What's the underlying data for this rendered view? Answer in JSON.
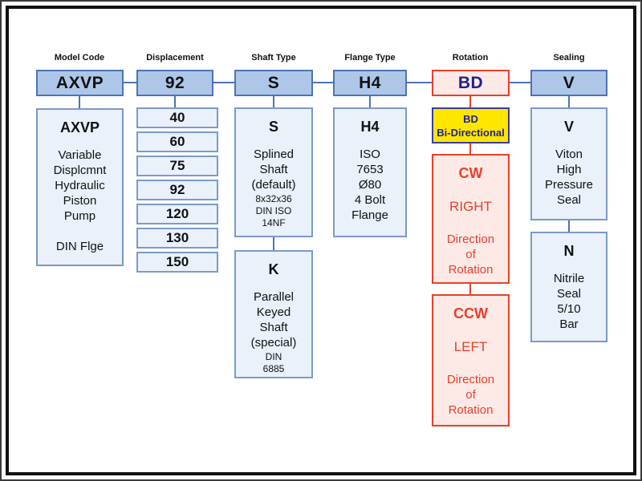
{
  "columns": [
    {
      "header": "Model Code",
      "code": "AXVP",
      "detail": {
        "heading": "AXVP",
        "body": "Variable\nDisplcmnt\nHydraulic\nPiston\nPump",
        "footer": "DIN Flge"
      }
    },
    {
      "header": "Displacement",
      "code": "92",
      "options": [
        "40",
        "60",
        "75",
        "92",
        "120",
        "130",
        "150"
      ]
    },
    {
      "header": "Shaft Type",
      "code": "S",
      "details": [
        {
          "heading": "S",
          "body": "Splined\nShaft\n(default)",
          "small": "8x32x36\nDIN ISO\n14NF"
        },
        {
          "heading": "K",
          "body": "Parallel\nKeyed\nShaft\n(special)",
          "small": "DIN\n6885"
        }
      ]
    },
    {
      "header": "Flange Type",
      "code": "H4",
      "detail": {
        "heading": "H4",
        "body": "ISO\n7653\nØ80\n4 Bolt\nFlange"
      }
    },
    {
      "header": "Rotation",
      "code": "BD",
      "badge": {
        "line1": "BD",
        "line2": "Bi-Directional"
      },
      "details": [
        {
          "heading": "CW",
          "sub": "RIGHT",
          "body": "Direction\nof\nRotation"
        },
        {
          "heading": "CCW",
          "sub": "LEFT",
          "body": "Direction\nof\nRotation"
        }
      ]
    },
    {
      "header": "Sealing",
      "code": "V",
      "details": [
        {
          "heading": "V",
          "body": "Viton\nHigh\nPressure\nSeal"
        },
        {
          "heading": "N",
          "body": "Nitrile\nSeal\n5/10\nBar"
        }
      ]
    }
  ],
  "colors": {
    "top_fill": "#aec6e8",
    "top_border": "#4d74b0",
    "light_fill": "#eaf1fb",
    "detail_border": "#7b9ac8",
    "conn_blue": "#4a74b8",
    "red": "#e8402a",
    "pink_fill": "#fdeae7",
    "yellow": "#ffe600",
    "indigo": "#3c3c9c",
    "navy": "#22228c"
  }
}
